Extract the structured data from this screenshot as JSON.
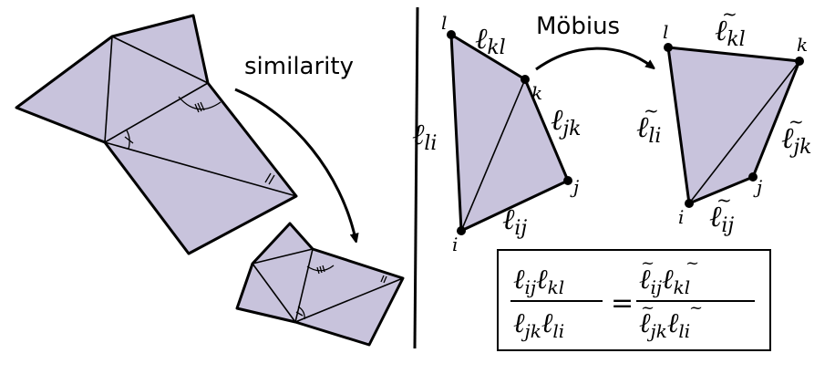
{
  "left_panel": {
    "transform_label": "similarity"
  },
  "right_panel": {
    "transform_label": "Möbius",
    "vertices": {
      "i": "i",
      "j": "j",
      "k": "k",
      "l": "l"
    },
    "edges_original": {
      "kl": "kl",
      "jk": "jk",
      "li": "li",
      "ij": "ij"
    },
    "edges_transformed": {
      "kl": "kl",
      "jk": "jk",
      "li": "li",
      "ij": "ij"
    },
    "edge_symbol": "ℓ",
    "equation": {
      "lhs_num": [
        "ij",
        "kl"
      ],
      "lhs_den": [
        "jk",
        "li"
      ],
      "rhs_num": [
        "ij",
        "kl"
      ],
      "rhs_den": [
        "jk",
        "li"
      ],
      "equals": "="
    }
  }
}
